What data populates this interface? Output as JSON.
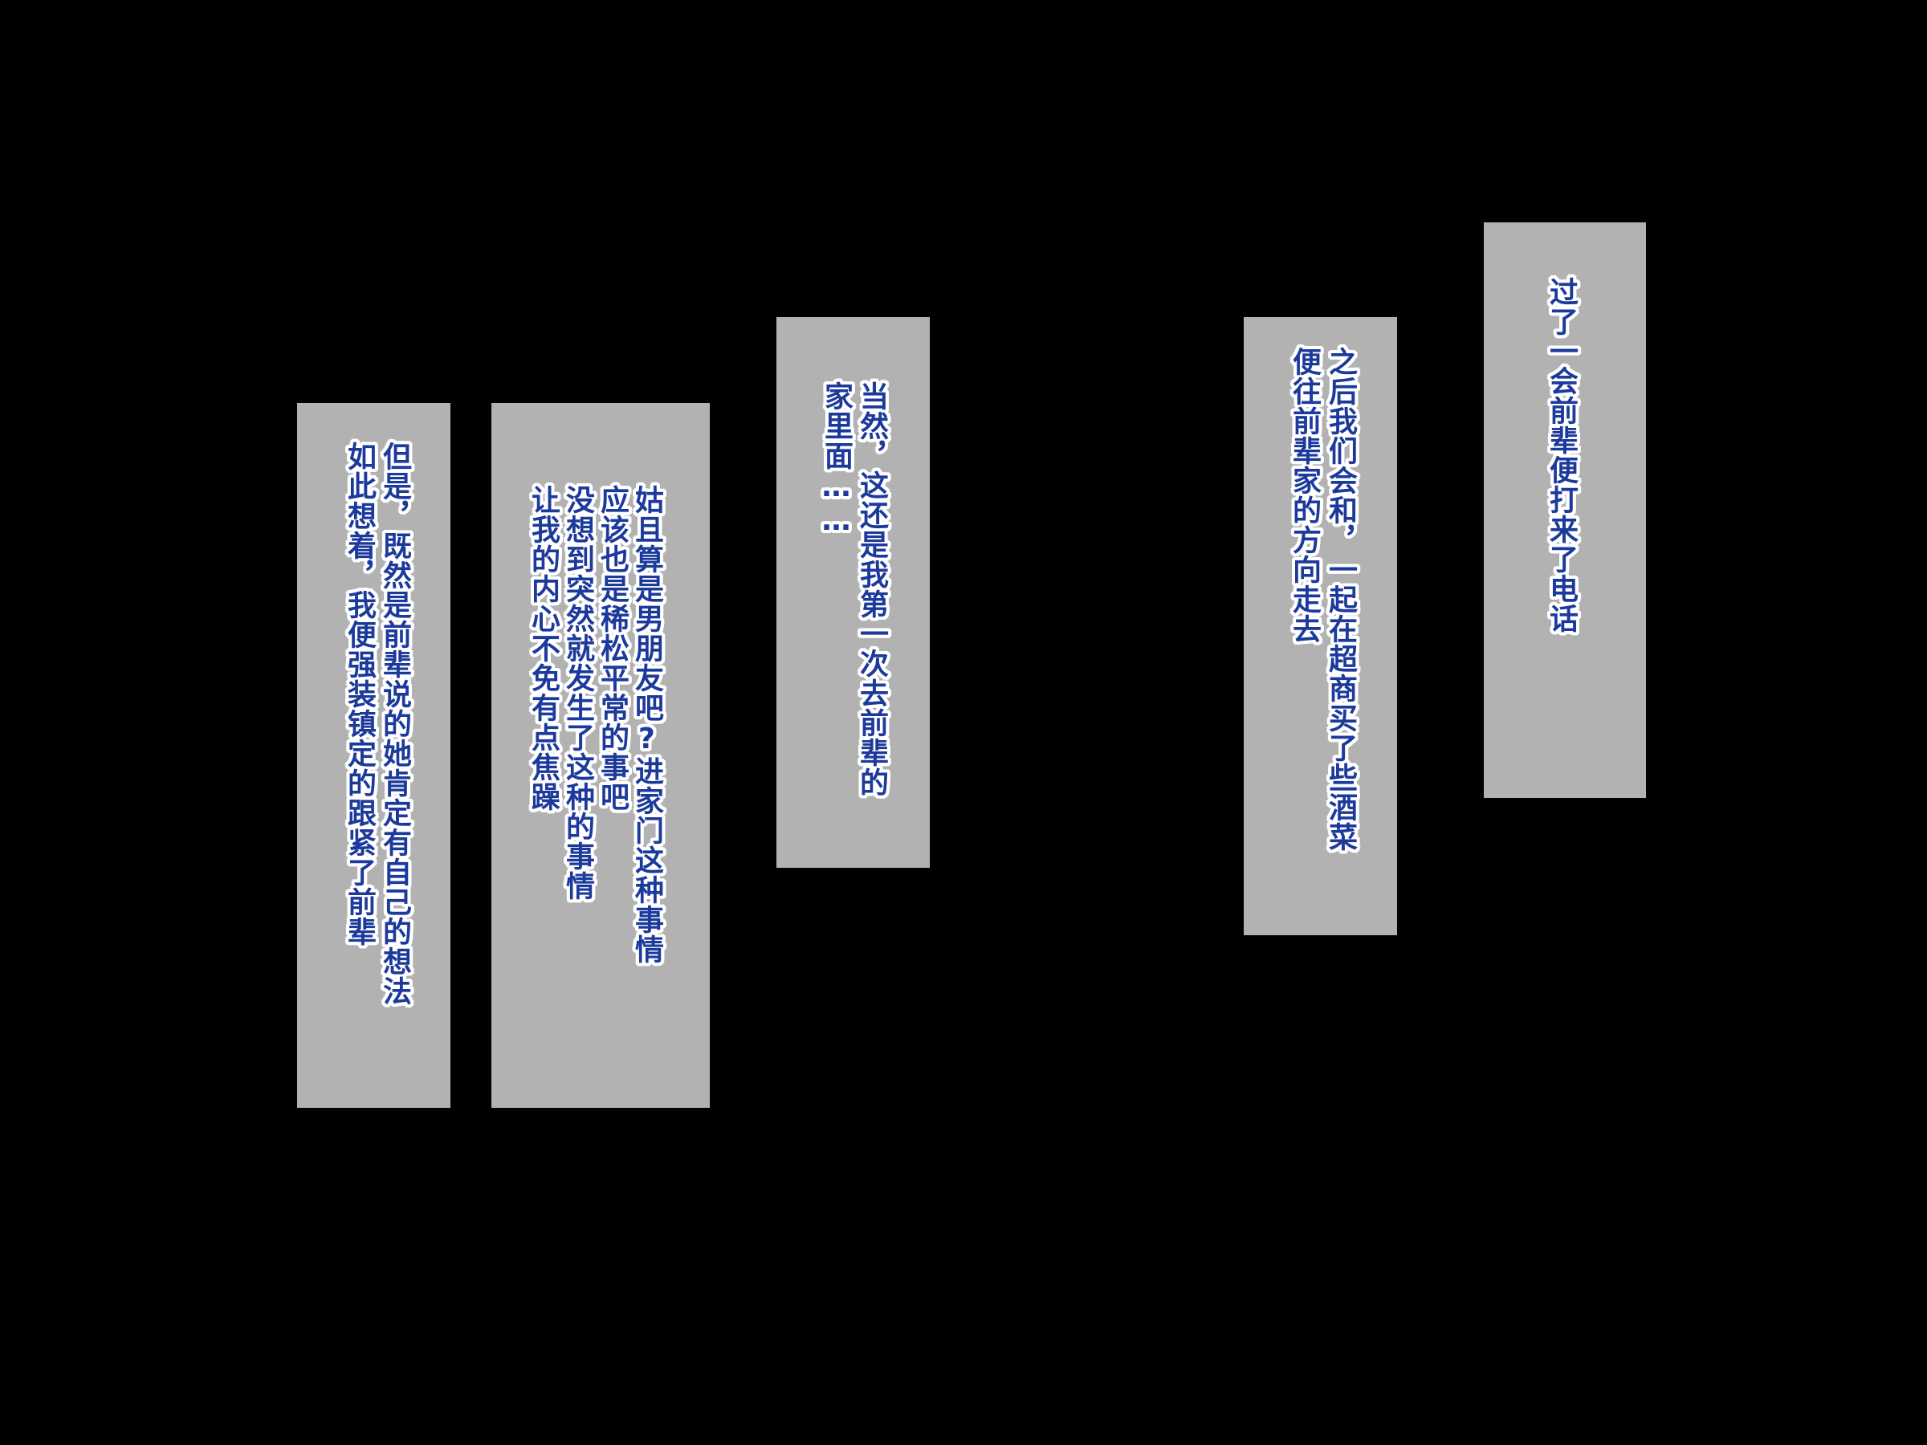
{
  "panels": [
    {
      "lines": [
        "过了一会前辈便打来了电话"
      ]
    },
    {
      "lines": [
        "之后我们会和，一起在超商买了些酒菜",
        "便往前辈家的方向走去"
      ]
    },
    {
      "lines": [
        "当然，这还是我第一次去前辈的",
        "家里面……"
      ]
    },
    {
      "lines": [
        "姑且算是男朋友吧?进家门这种事情",
        "应该也是稀松平常的事吧",
        "没想到突然就发生了这种的事情",
        "让我的内心不免有点焦躁"
      ]
    },
    {
      "lines": [
        "但是，既然是前辈说的她肯定有自己的想法",
        "如此想着，我便强装镇定的跟紧了前辈"
      ]
    }
  ],
  "colors": {
    "background": "#000000",
    "panel": "#b2b2b2",
    "text": "#1c3a9c",
    "outline": "#ffffff"
  }
}
